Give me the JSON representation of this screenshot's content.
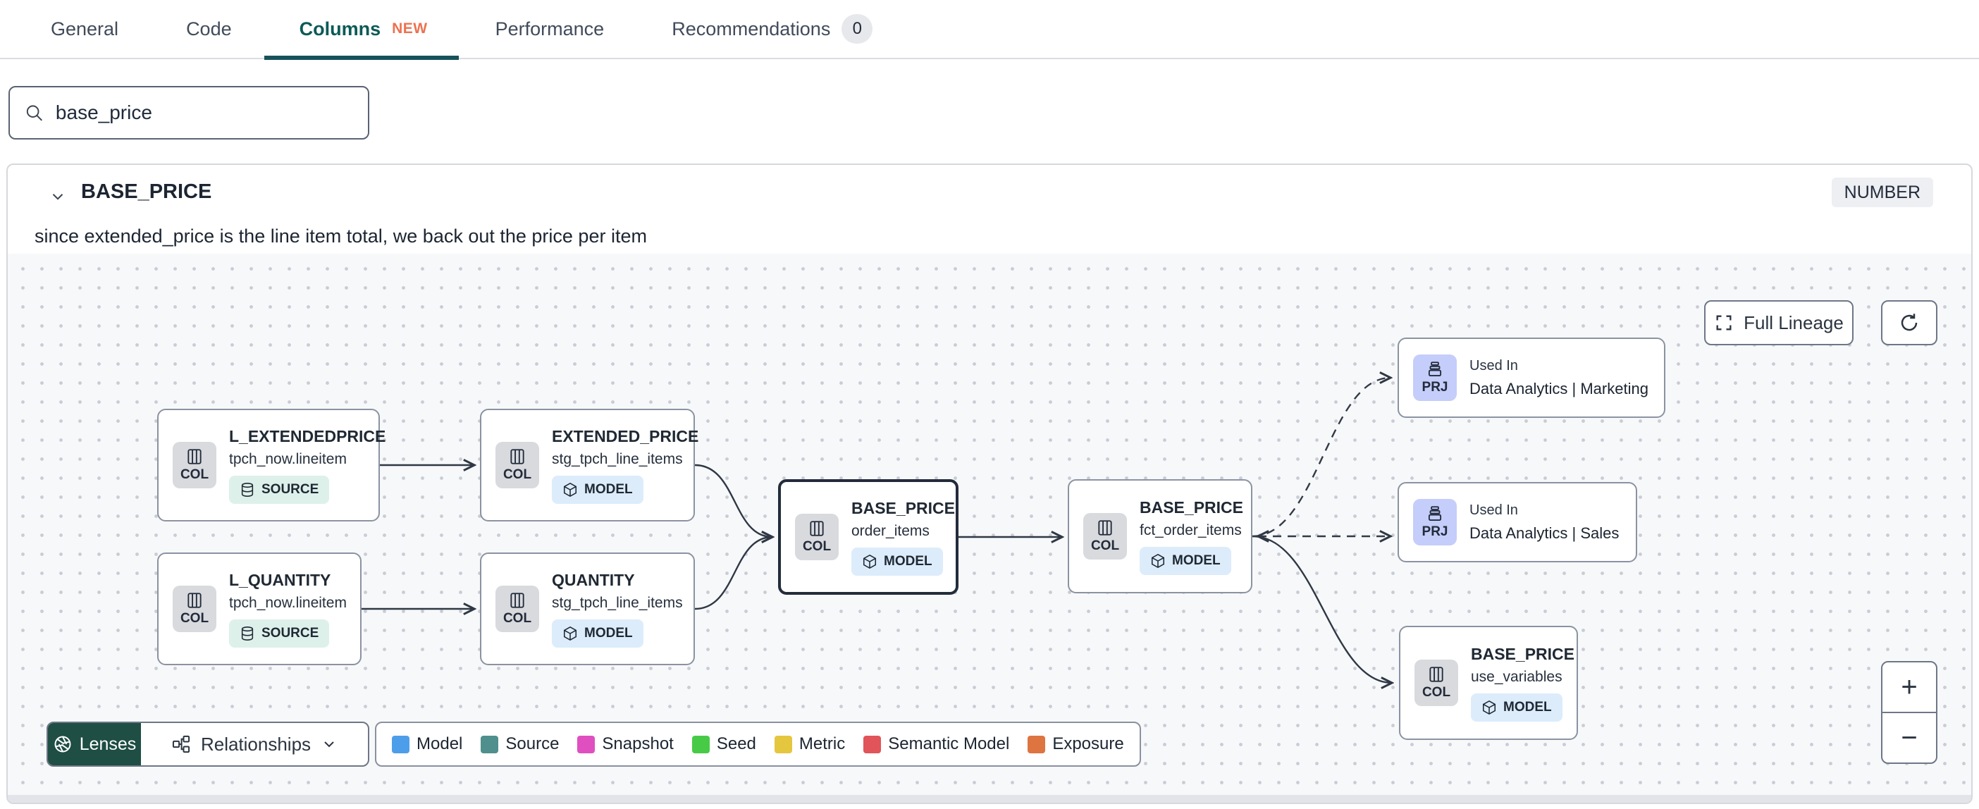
{
  "tabs": {
    "items": [
      {
        "label": "General"
      },
      {
        "label": "Code"
      },
      {
        "label": "Columns",
        "badge": "NEW"
      },
      {
        "label": "Performance"
      },
      {
        "label": "Recommendations",
        "count": "0"
      }
    ]
  },
  "search": {
    "value": "base_price"
  },
  "column": {
    "name": "BASE_PRICE",
    "type_badge": "NUMBER",
    "description": "since extended_price is the line item total, we back out the price per item"
  },
  "lineage": {
    "controls": {
      "full_lineage": "Full Lineage",
      "lenses": "Lenses",
      "relationships": "Relationships",
      "zoom_in": "+",
      "zoom_out": "−"
    },
    "legend": [
      {
        "label": "Model",
        "color": "#4d9eea"
      },
      {
        "label": "Source",
        "color": "#4f8f8d"
      },
      {
        "label": "Snapshot",
        "color": "#e04fc0"
      },
      {
        "label": "Seed",
        "color": "#47cb47"
      },
      {
        "label": "Metric",
        "color": "#e5c63f"
      },
      {
        "label": "Semantic Model",
        "color": "#e0545a"
      },
      {
        "label": "Exposure",
        "color": "#de7440"
      }
    ],
    "nodes": [
      {
        "chip": "COL",
        "title": "L_EXTENDEDPRICE",
        "subtitle": "tpch_now.lineitem",
        "badge": "SOURCE"
      },
      {
        "chip": "COL",
        "title": "EXTENDED_PRICE",
        "subtitle": "stg_tpch_line_items",
        "badge": "MODEL"
      },
      {
        "chip": "COL",
        "title": "L_QUANTITY",
        "subtitle": "tpch_now.lineitem",
        "badge": "SOURCE"
      },
      {
        "chip": "COL",
        "title": "QUANTITY",
        "subtitle": "stg_tpch_line_items",
        "badge": "MODEL"
      },
      {
        "chip": "COL",
        "title": "BASE_PRICE",
        "subtitle": "order_items",
        "badge": "MODEL",
        "selected": true
      },
      {
        "chip": "COL",
        "title": "BASE_PRICE",
        "subtitle": "fct_order_items",
        "badge": "MODEL"
      },
      {
        "chip": "PRJ",
        "title": "Used In",
        "subtitle": "Data Analytics | Marketing"
      },
      {
        "chip": "PRJ",
        "title": "Used In",
        "subtitle": "Data Analytics | Sales"
      },
      {
        "chip": "COL",
        "title": "BASE_PRICE",
        "subtitle": "use_variables",
        "badge": "MODEL"
      }
    ]
  }
}
